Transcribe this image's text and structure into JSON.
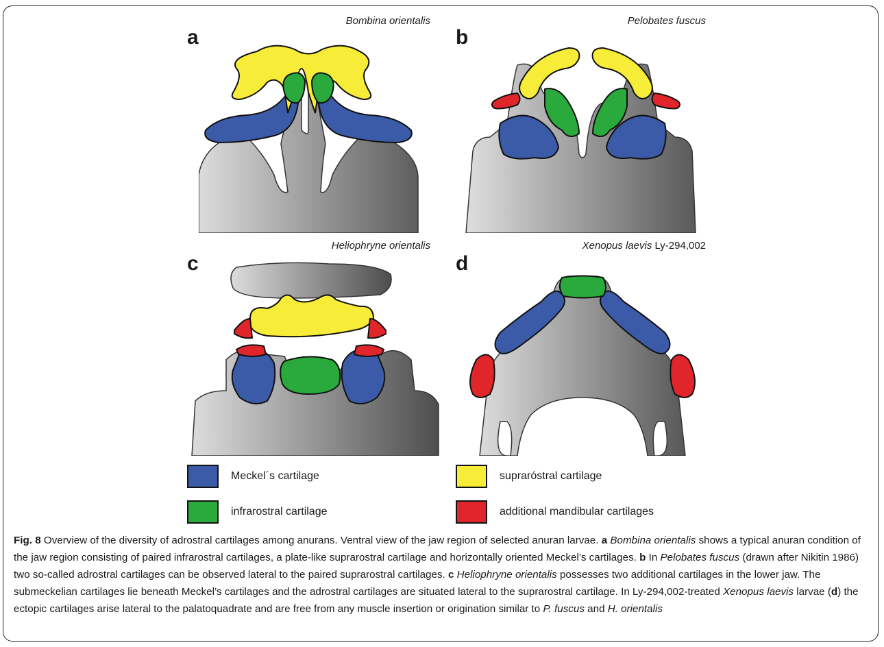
{
  "panels": [
    {
      "letter": "a",
      "species": "Bombina orientalis",
      "species_suffix": ""
    },
    {
      "letter": "b",
      "species": "Pelobates fuscus",
      "species_suffix": ""
    },
    {
      "letter": "c",
      "species": "Heliophryne orientalis",
      "species_suffix": ""
    },
    {
      "letter": "d",
      "species": "Xenopus laevis",
      "species_suffix": " Ly-294,002"
    }
  ],
  "legend": [
    {
      "label": "Meckel´s cartilage",
      "color": "#3b5aa8"
    },
    {
      "label": "supraróstral cartilage",
      "color": "#f7ec38"
    },
    {
      "label": "infrarostral cartilage",
      "color": "#2aaa3c"
    },
    {
      "label": "additional mandibular cartilages",
      "color": "#e0262b"
    }
  ],
  "colors": {
    "meckel": "#3b5aa8",
    "suprarostral": "#f7ec38",
    "infrarostral": "#2aaa3c",
    "additional": "#e0262b",
    "palatoquadrate_light": "#d8d8d8",
    "palatoquadrate_dark": "#5a5a5a"
  },
  "caption": {
    "fig_label": "Fig. 8",
    "segments": [
      {
        "t": " Overview of the diversity of adrostral cartilages among anurans. Ventral view of the jaw region of selected anuran larvae. ",
        "s": "n"
      },
      {
        "t": "a",
        "s": "b"
      },
      {
        "t": " ",
        "s": "n"
      },
      {
        "t": "Bombina orientalis",
        "s": "i"
      },
      {
        "t": " shows a typical anuran condition of the jaw region consisting of paired infrarostral cartilages, a plate-like suprarostral cartilage and horizontally oriented Meckel’s cartilages. ",
        "s": "n"
      },
      {
        "t": "b",
        "s": "b"
      },
      {
        "t": " In ",
        "s": "n"
      },
      {
        "t": "Pelobates fuscus",
        "s": "i"
      },
      {
        "t": " (drawn after Nikitin 1986) two so-called adrostral cartilages can be observed lateral to the paired suprarostral cartilages. ",
        "s": "n"
      },
      {
        "t": "c",
        "s": "b"
      },
      {
        "t": " ",
        "s": "n"
      },
      {
        "t": "Heliophryne orientalis",
        "s": "i"
      },
      {
        "t": " possesses two additional cartilages in the lower jaw. The submeckelian cartilages lie beneath Meckel’s cartilages and the adrostral cartilages are situated lateral to the suprarostral cartilage. In Ly-294,002-treated ",
        "s": "n"
      },
      {
        "t": "Xenopus laevis",
        "s": "i"
      },
      {
        "t": " larvae (",
        "s": "n"
      },
      {
        "t": "d",
        "s": "b"
      },
      {
        "t": ") the ectopic cartilages arise lateral to the palatoquadrate and are free from any muscle insertion or origination similar to ",
        "s": "n"
      },
      {
        "t": "P. fuscus",
        "s": "i"
      },
      {
        "t": " and ",
        "s": "n"
      },
      {
        "t": "H. orientalis",
        "s": "i"
      }
    ]
  }
}
